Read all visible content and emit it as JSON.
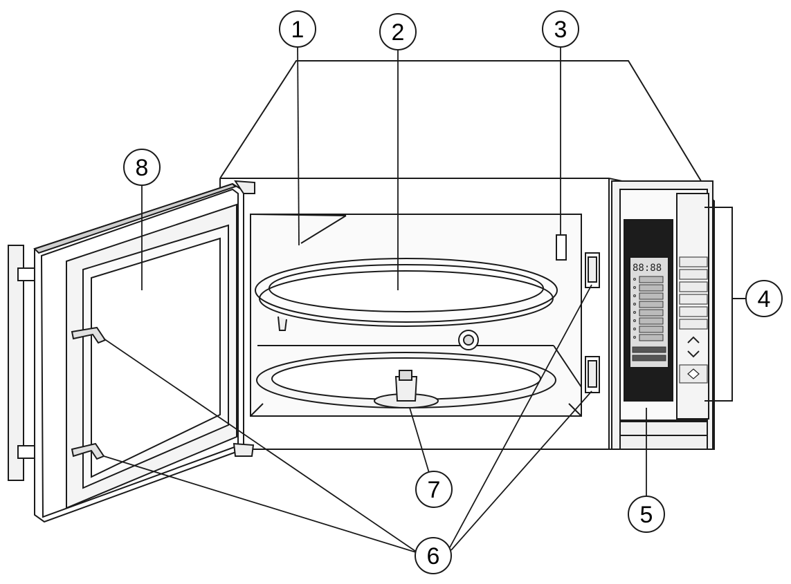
{
  "callouts": {
    "c1": "1",
    "c2": "2",
    "c3": "3",
    "c4": "4",
    "c5": "5",
    "c6": "6",
    "c7": "7",
    "c8": "8"
  },
  "display": {
    "digits": "88:88"
  },
  "colors": {
    "line": "#1a1a1a",
    "panel_dark": "#1c1c1c",
    "display_bg": "#dcdcdc",
    "door_gray": "#cfcfcf",
    "light_gray": "#ececec"
  }
}
